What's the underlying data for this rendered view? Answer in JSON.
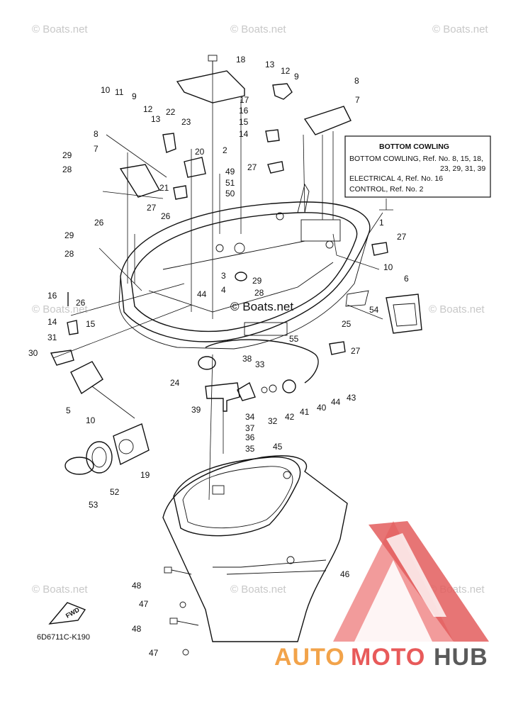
{
  "watermark_text": "© Boats.net",
  "diagram_code": "6D6711C-K190",
  "fwd_label": "FWD",
  "ref_box": {
    "title": "BOTTOM COWLING",
    "lines": [
      "BOTTOM COWLING,  Ref. No. 8, 15, 18,",
      "23, 29, 31, 39",
      "ELECTRICAL 4,  Ref. No. 16",
      "CONTROL,  Ref. No. 2"
    ]
  },
  "brand": {
    "part1": "AUTO",
    "part2": "MOTO",
    "part3": "HUB",
    "color1": "#f2a34a",
    "color2": "#e85a5a",
    "color3": "#5a5a5a"
  },
  "callouts": [
    "18",
    "13",
    "12",
    "9",
    "8",
    "10",
    "11",
    "9",
    "7",
    "17",
    "12",
    "16",
    "13",
    "22",
    "23",
    "15",
    "14",
    "8",
    "2",
    "7",
    "29",
    "20",
    "28",
    "49",
    "27",
    "51",
    "21",
    "50",
    "27",
    "26",
    "1",
    "29",
    "26",
    "27",
    "28",
    "3",
    "10",
    "6",
    "4",
    "29",
    "44",
    "28",
    "16",
    "26",
    "54",
    "15",
    "14",
    "25",
    "31",
    "55",
    "27",
    "30",
    "38",
    "33",
    "24",
    "5",
    "39",
    "42",
    "40",
    "44",
    "43",
    "32",
    "41",
    "10",
    "34",
    "37",
    "36",
    "35",
    "45",
    "19",
    "52",
    "53",
    "46",
    "48",
    "47",
    "48",
    "47"
  ]
}
